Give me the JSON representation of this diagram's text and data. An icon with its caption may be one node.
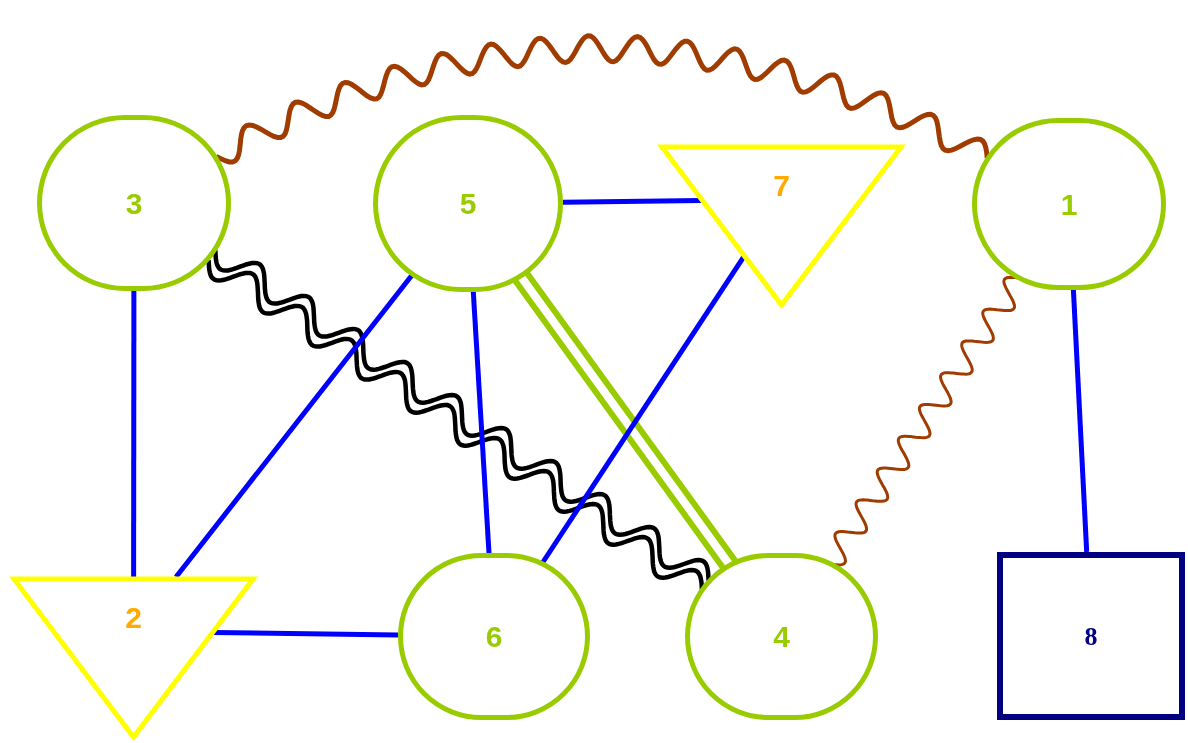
{
  "diagram": {
    "nodes": [
      {
        "text": [
          "3"
        ]
      },
      {
        "text": [
          "5"
        ]
      },
      {
        "text": [
          "7"
        ]
      },
      {
        "text": [
          "1"
        ]
      },
      {
        "text": [
          "2"
        ]
      },
      {
        "text": [
          "6"
        ]
      },
      {
        "text": [
          "4"
        ]
      },
      {
        "text": [
          "8"
        ]
      }
    ],
    "edges": [
      {
        "from": 0,
        "to": 3,
        "arrow": "none",
        "color": "#a03c00"
      },
      {
        "from": 0,
        "to": 6,
        "arrow": "none",
        "color": "#000000"
      },
      {
        "from": 1,
        "to": 2,
        "arrow": "none"
      },
      {
        "from": 1,
        "to": 4,
        "arrow": "none"
      },
      {
        "from": 1,
        "to": 5,
        "arrow": "none"
      },
      {
        "from": 1,
        "to": 6,
        "arrow": "none",
        "color": "#99cc00"
      },
      {
        "from": 2,
        "to": 5,
        "arrow": "none"
      },
      {
        "from": 3,
        "to": 6,
        "arrow": "none",
        "color": "#a03c00"
      },
      {
        "from": 3,
        "to": 7,
        "arrow": "none"
      },
      {
        "from": 0,
        "to": 4,
        "arrow": "none"
      },
      {
        "from": 4,
        "to": 5,
        "arrow": "none"
      }
    ]
  }
}
